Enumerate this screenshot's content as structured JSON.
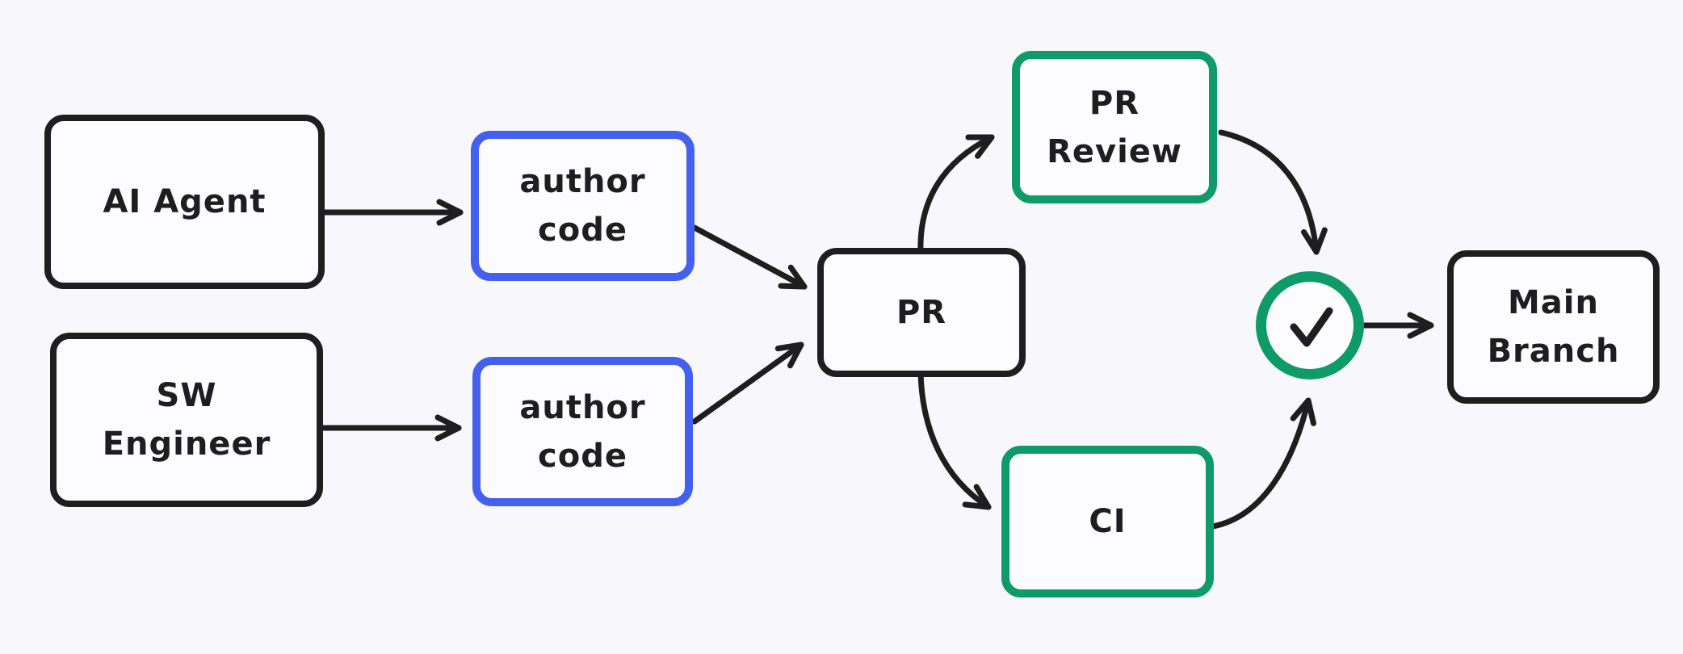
{
  "title": "AI agent and software engineer pull request workflow diagram",
  "colors": {
    "background": "#f8f8fc",
    "node_fill": "#fcfcfe",
    "stroke": "#1e1e1e",
    "blue": "#4361ee",
    "green": "#0f9b68"
  },
  "nodes": {
    "ai_agent": {
      "label": "AI Agent",
      "border": "black"
    },
    "sw_engineer": {
      "label": "SW\nEngineer",
      "border": "black"
    },
    "author_code_top": {
      "label": "author\ncode",
      "border": "blue"
    },
    "author_code_bottom": {
      "label": "author\ncode",
      "border": "blue"
    },
    "pr": {
      "label": "PR",
      "border": "black"
    },
    "pr_review": {
      "label": "PR\nReview",
      "border": "green"
    },
    "ci": {
      "label": "CI",
      "border": "green"
    },
    "approved_check": {
      "icon": "checkmark-icon",
      "border": "green"
    },
    "main_branch": {
      "label": "Main\nBranch",
      "border": "black"
    }
  },
  "edges": [
    {
      "from": "ai_agent",
      "to": "author_code_top"
    },
    {
      "from": "sw_engineer",
      "to": "author_code_bottom"
    },
    {
      "from": "author_code_top",
      "to": "pr"
    },
    {
      "from": "author_code_bottom",
      "to": "pr"
    },
    {
      "from": "pr",
      "to": "pr_review"
    },
    {
      "from": "pr",
      "to": "ci"
    },
    {
      "from": "pr_review",
      "to": "approved_check"
    },
    {
      "from": "ci",
      "to": "approved_check"
    },
    {
      "from": "approved_check",
      "to": "main_branch"
    }
  ]
}
